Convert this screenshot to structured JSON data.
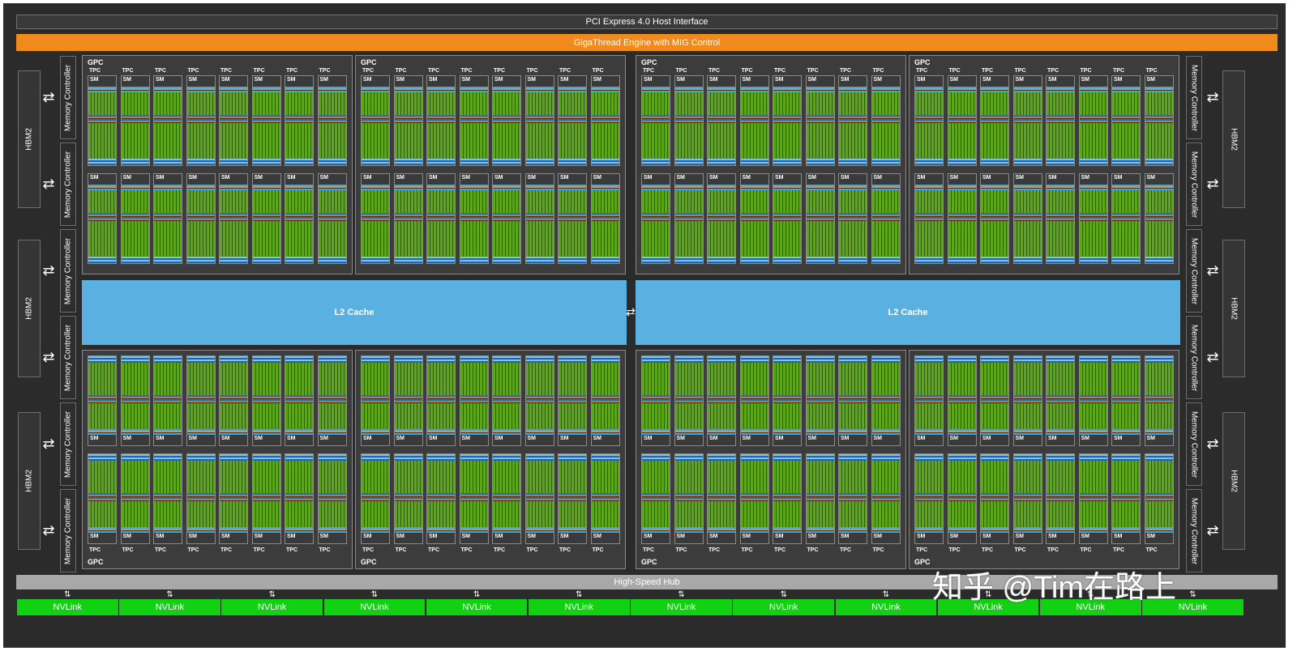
{
  "header": {
    "pcie": "PCI Express 4.0 Host Interface",
    "giga": "GigaThread Engine with MIG Control"
  },
  "hbm_label": "HBM2",
  "mc_label": "Memory Controller",
  "gpc_label": "GPC",
  "tpc_label": "TPC",
  "sm_label": "SM",
  "l2": {
    "left": "L2 Cache",
    "right": "L2 Cache"
  },
  "hub_label": "High-Speed Hub",
  "nvlink_label": "NVLink",
  "nvlink_count": 12,
  "watermark": "知乎 @Tim在路上",
  "colors": {
    "background": "#2b2b2b",
    "giga": "#f08a1c",
    "l2": "#5ab0e0",
    "nvlink": "#12d012",
    "hub": "#a8a8a8",
    "sm_core": "#5ea61c"
  }
}
